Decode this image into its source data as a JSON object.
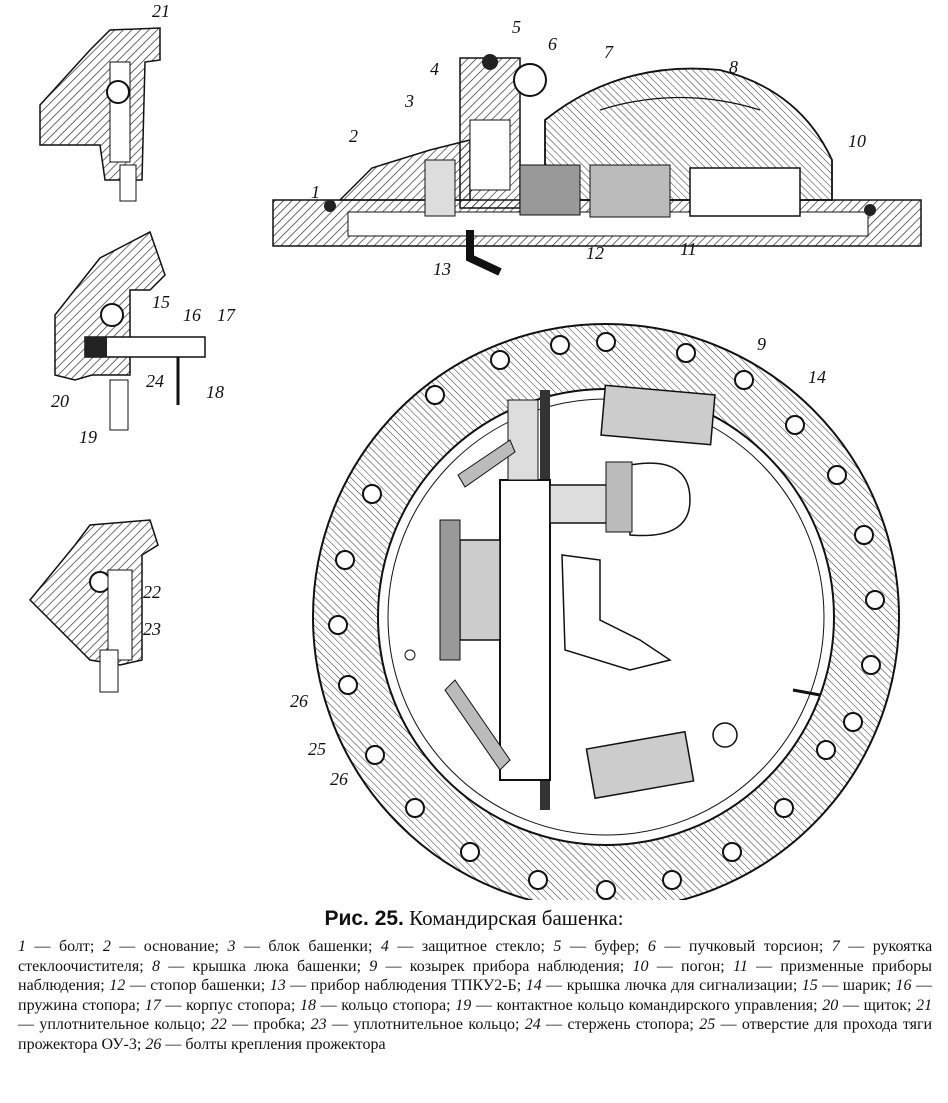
{
  "figure": {
    "labels": {
      "l1": "1",
      "l2": "2",
      "l3": "3",
      "l4": "4",
      "l5": "5",
      "l6": "6",
      "l7": "7",
      "l8": "8",
      "l9": "9",
      "l10": "10",
      "l11": "11",
      "l12": "12",
      "l13": "13",
      "l14": "14",
      "l15": "15",
      "l16": "16",
      "l17": "17",
      "l18": "18",
      "l19": "19",
      "l20": "20",
      "l21": "21",
      "l22": "22",
      "l23": "23",
      "l24": "24",
      "l25": "25",
      "l26a": "26",
      "l26b": "26"
    }
  },
  "caption": {
    "prefix": "Рис. 25.",
    "title": "Командирская башенка:"
  },
  "legend": {
    "items": [
      {
        "num": "1",
        "text": "болт"
      },
      {
        "num": "2",
        "text": "основание"
      },
      {
        "num": "3",
        "text": "блок башенки"
      },
      {
        "num": "4",
        "text": "защитное стекло"
      },
      {
        "num": "5",
        "text": "буфер"
      },
      {
        "num": "6",
        "text": "пучковый торсион"
      },
      {
        "num": "7",
        "text": "рукоятка стеклоочистителя"
      },
      {
        "num": "8",
        "text": "крышка люка башенки"
      },
      {
        "num": "9",
        "text": "козырек прибора наблюдения"
      },
      {
        "num": "10",
        "text": "погон"
      },
      {
        "num": "11",
        "text": "призменные приборы наблюдения"
      },
      {
        "num": "12",
        "text": "стопор башенки"
      },
      {
        "num": "13",
        "text": "прибор наблюдения ТПКУ2-Б"
      },
      {
        "num": "14",
        "text": "крышка лючка для сигнализации"
      },
      {
        "num": "15",
        "text": "шарик"
      },
      {
        "num": "16",
        "text": "пружина стопора"
      },
      {
        "num": "17",
        "text": "корпус стопора"
      },
      {
        "num": "18",
        "text": "кольцо стопора"
      },
      {
        "num": "19",
        "text": "контактное кольцо командирского управления"
      },
      {
        "num": "20",
        "text": "щиток"
      },
      {
        "num": "21",
        "text": "уплотнительное кольцо"
      },
      {
        "num": "22",
        "text": "пробка"
      },
      {
        "num": "23",
        "text": "уплотнительное кольцо"
      },
      {
        "num": "24",
        "text": "стержень стопора"
      },
      {
        "num": "25",
        "text": "отверстие для прохода тяги прожектора ОУ-3"
      },
      {
        "num": "26",
        "text": "болты крепления прожектора"
      }
    ]
  }
}
